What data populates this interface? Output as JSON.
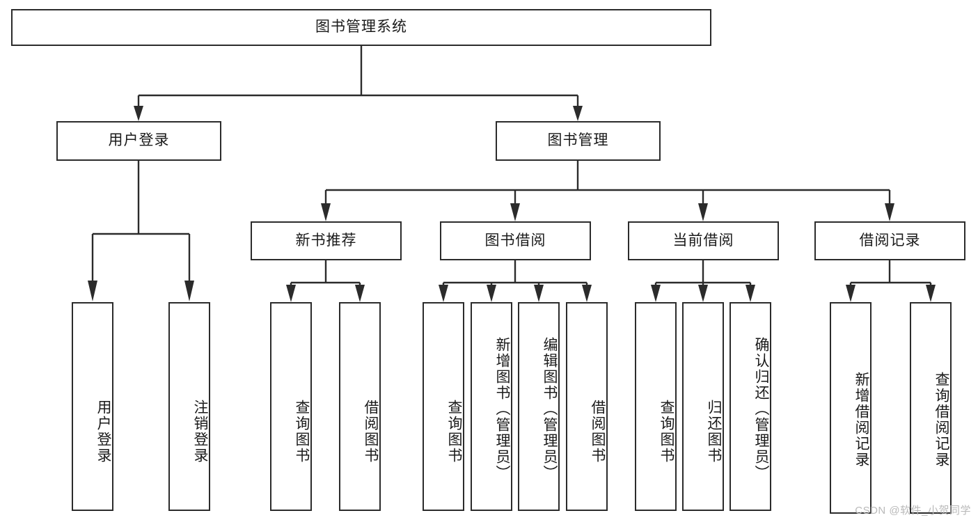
{
  "diagram": {
    "type": "tree",
    "title": "图书管理系统",
    "root": {
      "id": "root",
      "label": "图书管理系统"
    },
    "level2": [
      {
        "id": "user-login",
        "label": "用户登录"
      },
      {
        "id": "book-manage",
        "label": "图书管理"
      }
    ],
    "level3": [
      {
        "id": "new-book-rec",
        "label": "新书推荐",
        "parent": "book-manage"
      },
      {
        "id": "book-borrow",
        "label": "图书借阅",
        "parent": "book-manage"
      },
      {
        "id": "current-borrow",
        "label": "当前借阅",
        "parent": "book-manage"
      },
      {
        "id": "borrow-record",
        "label": "借阅记录",
        "parent": "book-manage"
      }
    ],
    "leaves": [
      {
        "id": "leaf-user-login",
        "label": "用户登录",
        "parent": "user-login"
      },
      {
        "id": "leaf-user-logout",
        "label": "注销登录",
        "parent": "user-login"
      },
      {
        "id": "leaf-query-book-1",
        "label": "查询图书",
        "parent": "new-book-rec"
      },
      {
        "id": "leaf-borrow-book-1",
        "label": "借阅图书",
        "parent": "new-book-rec"
      },
      {
        "id": "leaf-query-book-2",
        "label": "查询图书",
        "parent": "book-borrow"
      },
      {
        "id": "leaf-add-book",
        "label": "新增图书（管理员）",
        "parent": "book-borrow"
      },
      {
        "id": "leaf-edit-book",
        "label": "编辑图书（管理员）",
        "parent": "book-borrow"
      },
      {
        "id": "leaf-borrow-book-2",
        "label": "借阅图书",
        "parent": "book-borrow"
      },
      {
        "id": "leaf-query-book-3",
        "label": "查询图书",
        "parent": "current-borrow"
      },
      {
        "id": "leaf-return-book",
        "label": "归还图书",
        "parent": "current-borrow"
      },
      {
        "id": "leaf-confirm-return",
        "label": "确认归还（管理员）",
        "parent": "current-borrow"
      },
      {
        "id": "leaf-add-record",
        "label": "新增借阅记录",
        "parent": "borrow-record"
      },
      {
        "id": "leaf-query-record",
        "label": "查询借阅记录",
        "parent": "borrow-record"
      }
    ]
  },
  "watermark": {
    "text": "CSDN @软件_小贺同学"
  },
  "colors": {
    "stroke": "#2b2b2b",
    "fill": "#ffffff",
    "text": "#1a1a1a",
    "watermark": "#b9b9b9"
  }
}
